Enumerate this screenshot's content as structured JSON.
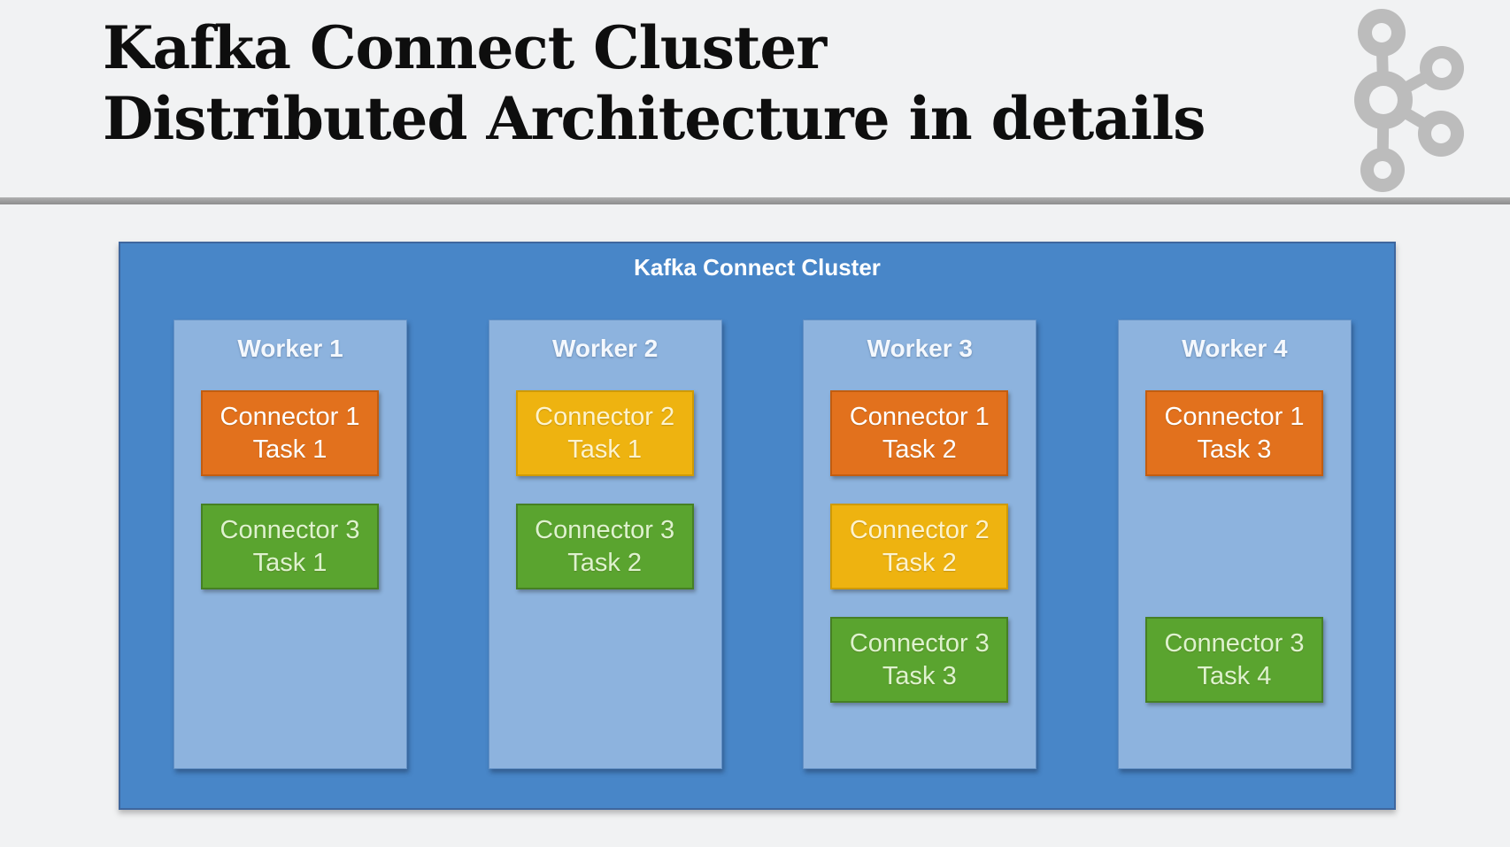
{
  "header": {
    "title_line1": "Kafka Connect Cluster",
    "title_line2": "Distributed Architecture in details",
    "logo": "kafka-logo"
  },
  "divider": {
    "color": "#9c9c9c"
  },
  "diagram": {
    "cluster_label": "Kafka Connect Cluster",
    "colors": {
      "page_background": "#f1f2f3",
      "title_text": "#0e0e0e",
      "logo_gray": "#bcbcbc",
      "cluster_bg": "#4886c8",
      "cluster_border": "#3f679e",
      "worker_bg": "#8db3de",
      "worker_border": "#6290c5",
      "connector1": {
        "bg": "#e2711d",
        "border": "#c25d10",
        "text": "#ffffff"
      },
      "connector2": {
        "bg": "#eeb310",
        "border": "#cf9a02",
        "text": "#fdf3cd"
      },
      "connector3": {
        "bg": "#5aa42f",
        "border": "#468024",
        "text": "#def2ce"
      }
    },
    "workers": [
      {
        "label": "Worker 1",
        "tasks": [
          {
            "connector": "Connector 1",
            "task": "Task 1",
            "type": "connector1",
            "row": 1
          },
          {
            "connector": "Connector 3",
            "task": "Task 1",
            "type": "connector3",
            "row": 2
          }
        ]
      },
      {
        "label": "Worker 2",
        "tasks": [
          {
            "connector": "Connector 2",
            "task": "Task 1",
            "type": "connector2",
            "row": 1
          },
          {
            "connector": "Connector 3",
            "task": "Task 2",
            "type": "connector3",
            "row": 2
          }
        ]
      },
      {
        "label": "Worker 3",
        "tasks": [
          {
            "connector": "Connector 1",
            "task": "Task 2",
            "type": "connector1",
            "row": 1
          },
          {
            "connector": "Connector 2",
            "task": "Task 2",
            "type": "connector2",
            "row": 2
          },
          {
            "connector": "Connector 3",
            "task": "Task 3",
            "type": "connector3",
            "row": 3
          }
        ]
      },
      {
        "label": "Worker 4",
        "tasks": [
          {
            "connector": "Connector 1",
            "task": "Task 3",
            "type": "connector1",
            "row": 1
          },
          {
            "connector": "Connector 3",
            "task": "Task 4",
            "type": "connector3",
            "row": 3
          }
        ]
      }
    ]
  }
}
